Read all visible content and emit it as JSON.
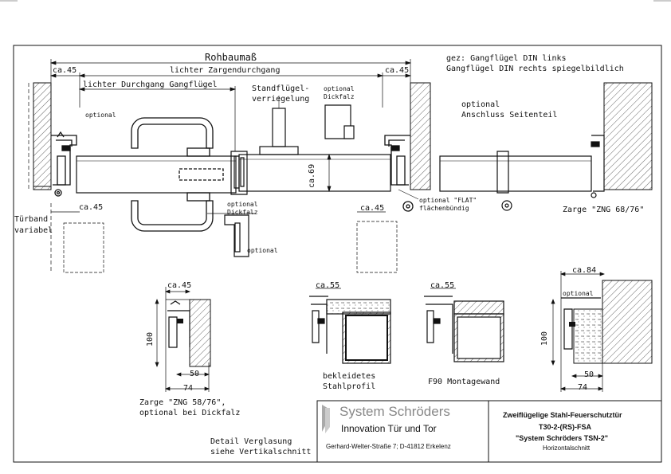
{
  "labels": {
    "rohbaumass": "Rohbaumaß",
    "lichter_zargen": "lichter Zargendurchgang",
    "lichter_gang": "lichter Durchgang Gangflügel",
    "ca45_tl": "ca.45",
    "ca45_tr": "ca.45",
    "ca45_bl": "ca.45",
    "ca45_bm": "ca.45",
    "optional_top_left": "optional",
    "stand1": "Standflügel-",
    "stand2": "verriegelung",
    "opt_dickfalz1": "optional",
    "opt_dickfalz2": "Dickfalz",
    "ca69": "ca.69",
    "optional_mid": "optional",
    "dickfalz_mid": "Dickfalz",
    "optional_lower": "optional",
    "optional_flat": "optional \"FLAT\"",
    "flaechen": "flächenbündig",
    "turband1": "Türband",
    "turband2": "variabel",
    "gez1": "gez: Gangflügel DIN links",
    "gez2": "Gangflügel DIN rechts spiegelbildlich",
    "anschluss1": "optional",
    "anschluss2": "Anschluss Seitenteil",
    "zarge_zng": "Zarge \"ZNG 68/76\"",
    "d1_ca45": "ca.45",
    "d1_100": "100",
    "d1_50": "50",
    "d1_74": "74",
    "d1_cap1": "Zarge \"ZNG 58/76\",",
    "d1_cap2": "optional bei Dickfalz",
    "d2_ca55": "ca.55",
    "d2_cap1": "bekleidetes",
    "d2_cap2": "Stahlprofil",
    "d3_ca55": "ca.55",
    "d3_cap": "F90 Montagewand",
    "d4_ca84": "ca.84",
    "d4_optional": "optional",
    "d4_100": "100",
    "d4_50": "50",
    "d4_74": "74",
    "detail1": "Detail Verglasung",
    "detail2": "siehe Vertikalschnitt"
  },
  "titleblock": {
    "company": "System Schröders",
    "tagline": "Innovation Tür und Tor",
    "address": "Gerhard-Welter-Straße 7;  D-41812 Erkelenz",
    "title1": "Zweiflügelige Stahl-Feuerschutztür",
    "title2": "T30-2-(RS)-FSA",
    "title3": "\"System Schröders TSN-2\"",
    "title4": "Horizontalschnitt"
  },
  "colors": {
    "line": "#111111",
    "logo_gray": "#888888"
  }
}
